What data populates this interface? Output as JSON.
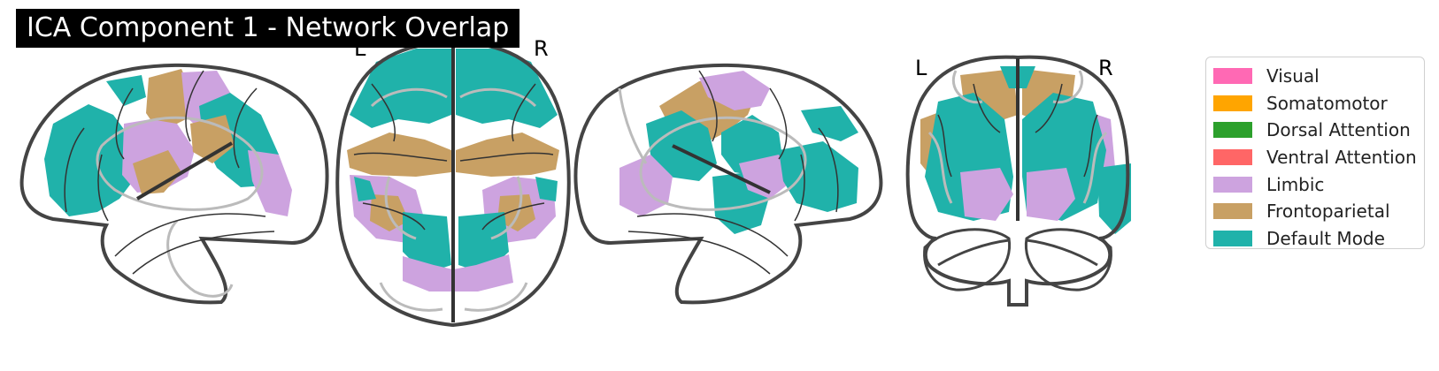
{
  "title": "ICA Component 1 - Network Overlap",
  "axial_labels": {
    "left": "L",
    "right": "R"
  },
  "coronal_labels": {
    "left": "L",
    "right": "R"
  },
  "legend": [
    {
      "label": "Visual",
      "color": "#ff69b4"
    },
    {
      "label": "Somatomotor",
      "color": "#ffa500"
    },
    {
      "label": "Dorsal Attention",
      "color": "#2ca02c"
    },
    {
      "label": "Ventral Attention",
      "color": "#ff6666"
    },
    {
      "label": "Limbic",
      "color": "#cda3df"
    },
    {
      "label": "Frontoparietal",
      "color": "#c8a064"
    },
    {
      "label": "Default Mode",
      "color": "#20b2aa"
    }
  ],
  "colors": {
    "outline": "#444444",
    "sulcus": "#333333",
    "contour": "#bbbbbb"
  }
}
